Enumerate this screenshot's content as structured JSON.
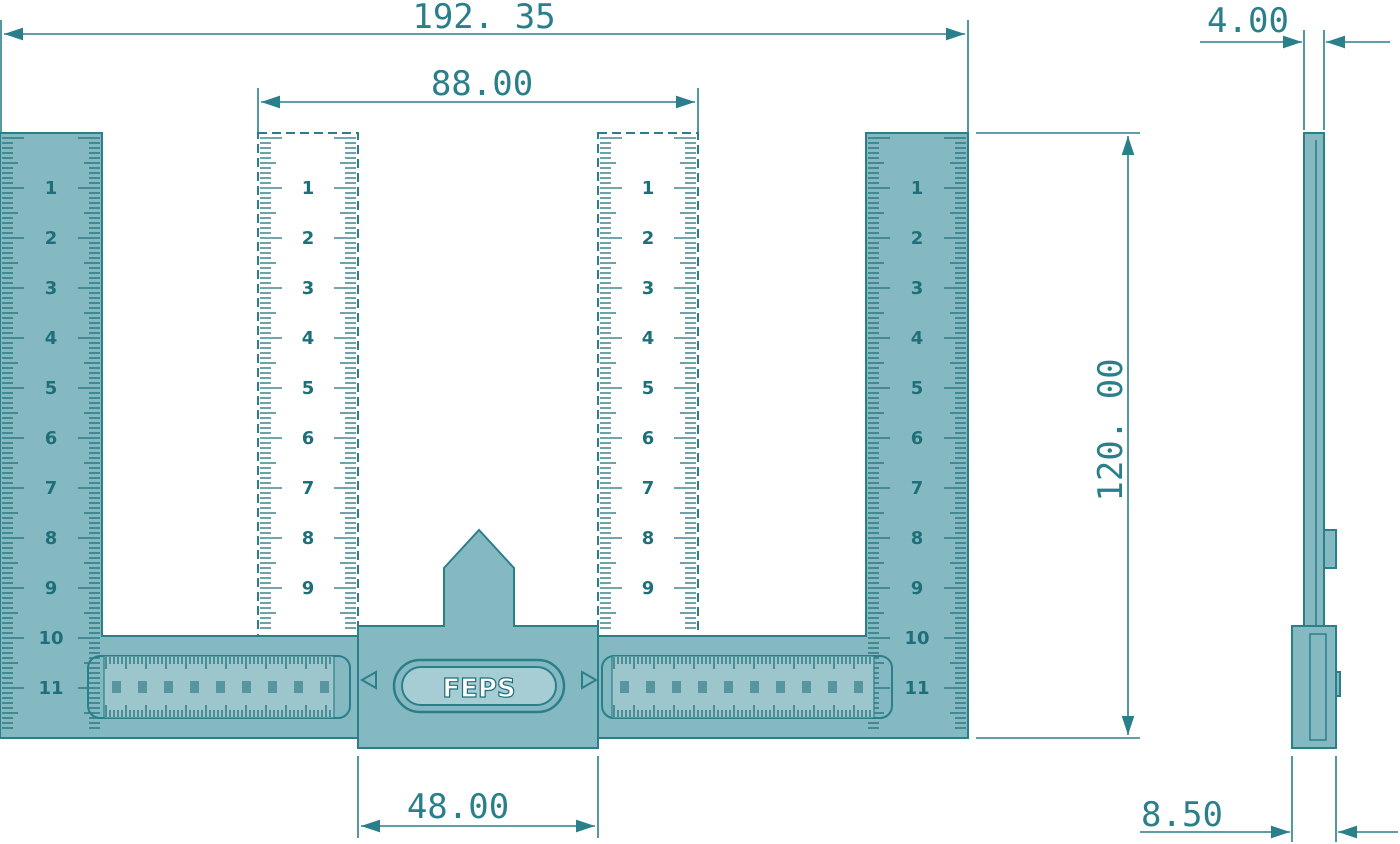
{
  "dimensions": {
    "overall_width": "192. 35",
    "inner_width": "88.00",
    "height": "120. 00",
    "slider_width": "48.00",
    "thickness": "4.00",
    "side_depth": "8.50"
  },
  "scale_numbers": [
    "1",
    "2",
    "3",
    "4",
    "5",
    "6",
    "7",
    "8",
    "9",
    "10",
    "11"
  ],
  "brand": "FEPS",
  "colors": {
    "part": "#85b9c1",
    "line": "#2b7f8a",
    "ink": "#1f6f7a"
  }
}
